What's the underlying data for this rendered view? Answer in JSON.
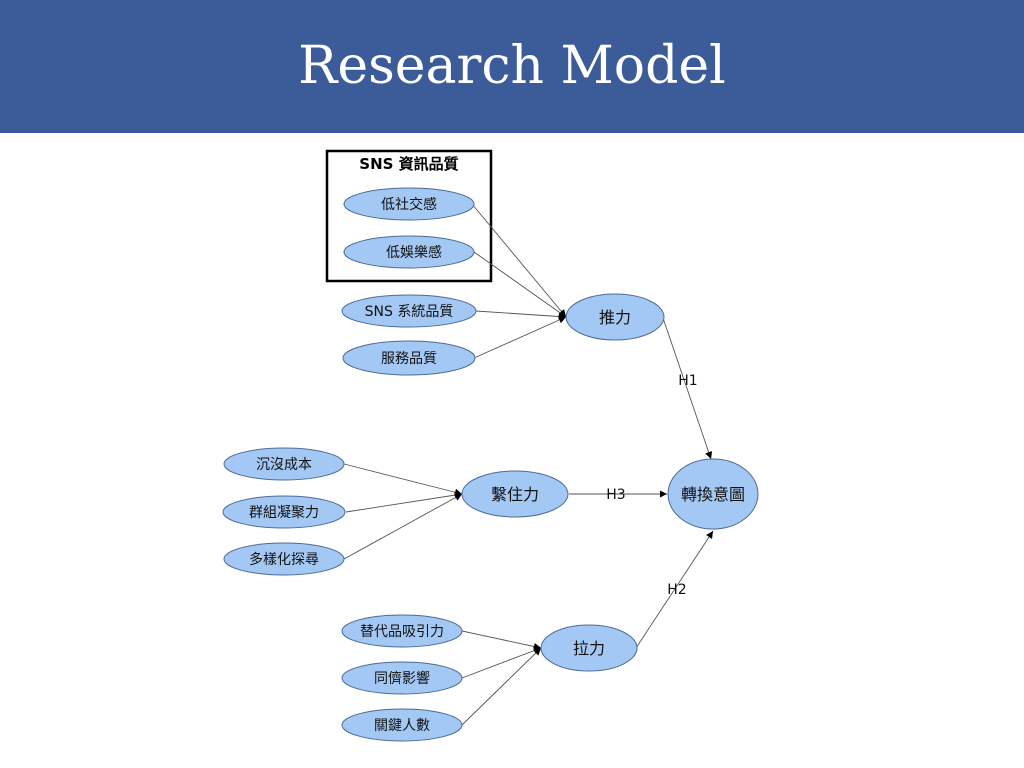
{
  "slide": {
    "title": "Research Model"
  },
  "diagram": {
    "group_title": "SNS 資訊品質",
    "push_factors": {
      "center": "推力",
      "inputs": [
        "低社交感",
        "低娛樂感",
        "SNS 系統品質",
        "服務品質"
      ]
    },
    "mooring_factors": {
      "center": "繫住力",
      "inputs": [
        "沉沒成本",
        "群組凝聚力",
        "多樣化探尋"
      ]
    },
    "pull_factors": {
      "center": "拉力",
      "inputs": [
        "替代品吸引力",
        "同儕影響",
        "關鍵人數"
      ]
    },
    "outcome": "轉換意圖",
    "hypotheses": {
      "h1": "H1",
      "h2": "H2",
      "h3": "H3"
    }
  }
}
